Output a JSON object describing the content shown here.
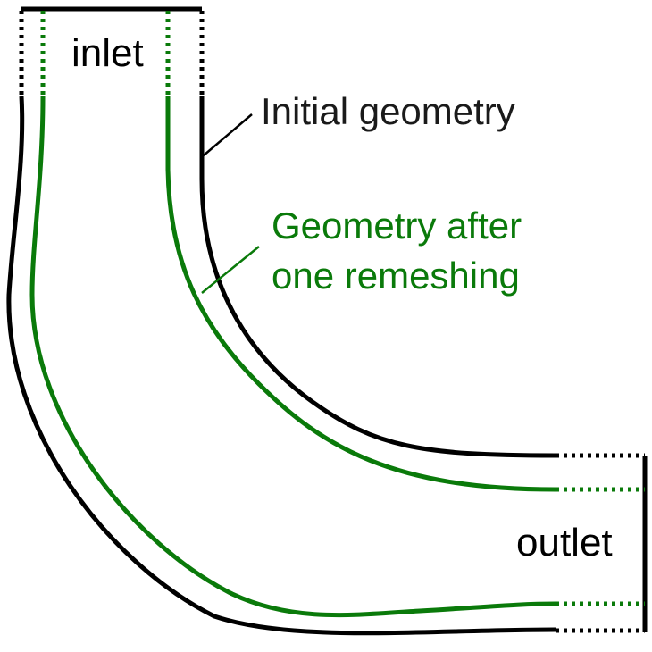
{
  "labels": {
    "inlet": "inlet",
    "outlet": "outlet",
    "initial_geometry": "Initial geometry",
    "remeshed_geometry_line1": "Geometry after",
    "remeshed_geometry_line2": "one remeshing"
  },
  "colors": {
    "initial_geometry": "#000000",
    "remeshed_geometry": "#0a7a0a",
    "background": "#ffffff"
  }
}
